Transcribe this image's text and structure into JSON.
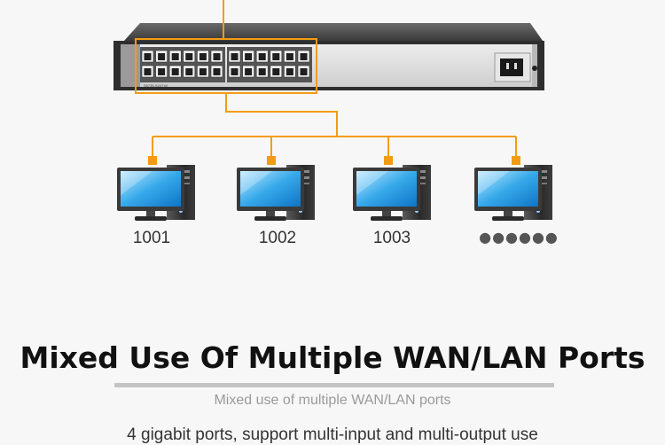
{
  "diagram": {
    "switch_model_label": "S5735-S24T4X",
    "pcs": [
      {
        "label": "1001"
      },
      {
        "label": "1002"
      },
      {
        "label": "1003"
      },
      {
        "label": "●●●●●●"
      }
    ],
    "line_color": "#f39c12"
  },
  "headline": "Mixed Use Of Multiple WAN/LAN Ports",
  "subheadline": "Mixed use of multiple WAN/LAN ports",
  "body_text": "4 gigabit ports, support multi-input and multi-output use"
}
